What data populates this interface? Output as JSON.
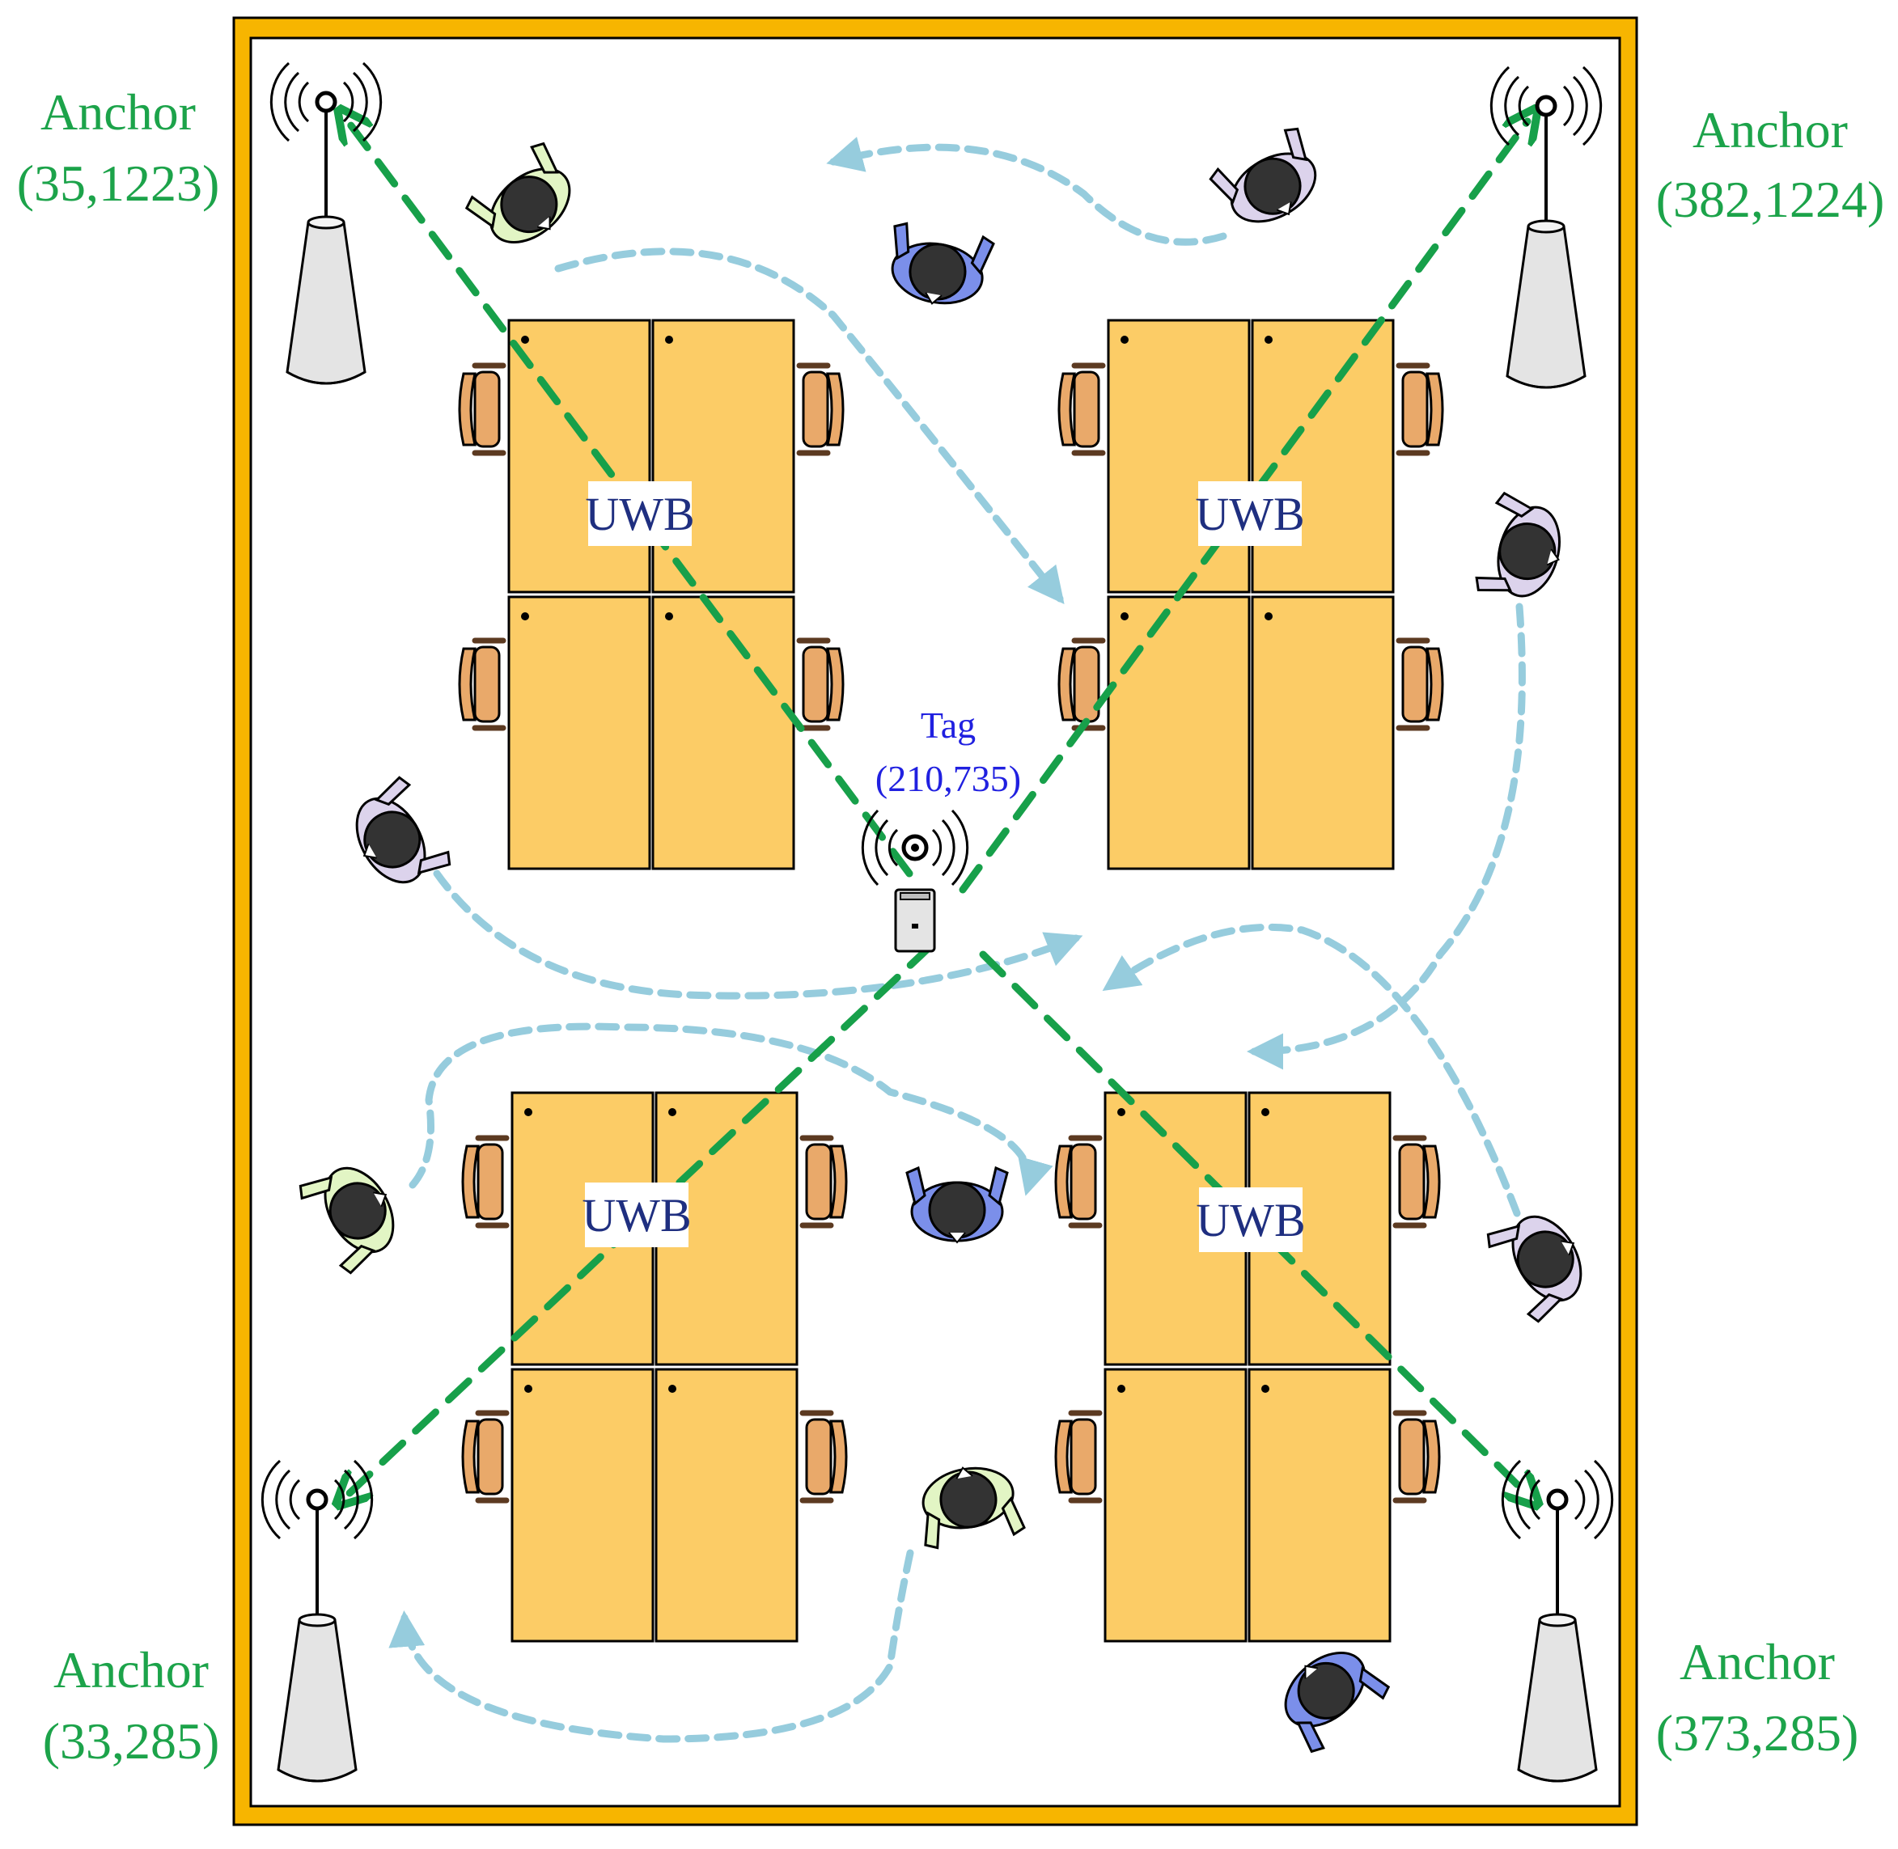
{
  "anchors": [
    {
      "label": "Anchor",
      "coords": "(35,1223)"
    },
    {
      "label": "Anchor",
      "coords": "(382,1224)"
    },
    {
      "label": "Anchor",
      "coords": "(33,285)"
    },
    {
      "label": "Anchor",
      "coords": "(373,285)"
    }
  ],
  "tag": {
    "label": "Tag",
    "coords": "(210,735)"
  },
  "uwb_labels": [
    "UWB",
    "UWB",
    "UWB",
    "UWB"
  ],
  "colors": {
    "frame": "#F7B500",
    "desk": "#FCCC66",
    "chair": "#E9A96A",
    "anchor_text": "#1CA34A",
    "uwb_line": "#17A04A",
    "walk_path": "#96CCDD",
    "tag_text": "#2020E0",
    "uwb_text": "#1F2F80",
    "person_blue": "#7B8FEA",
    "person_green": "#E2F5C4",
    "person_lavender": "#DCD3EC"
  },
  "icons": [
    "antenna-icon",
    "tag-device-icon",
    "person-icon",
    "chair-icon",
    "desk-icon"
  ]
}
